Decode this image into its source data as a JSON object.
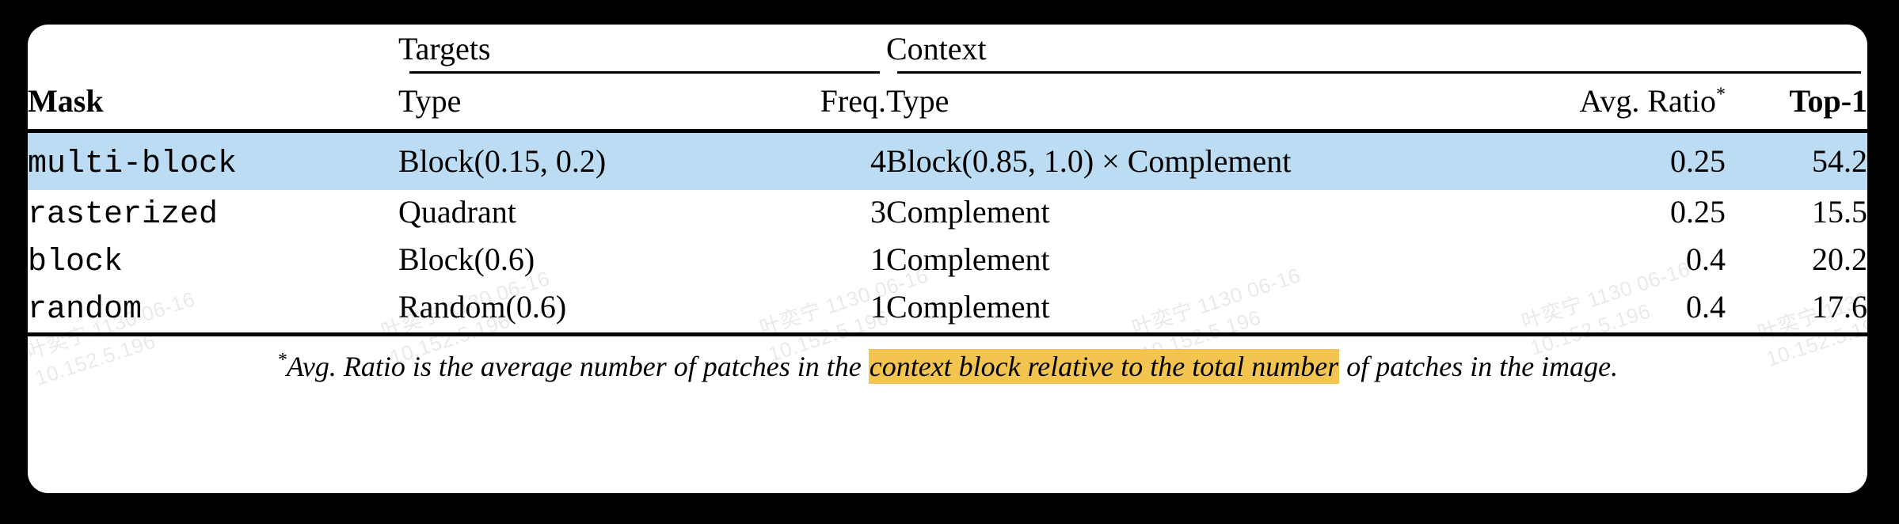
{
  "figure": {
    "kind": "results-table",
    "background_color": "#000000",
    "card_color": "#ffffff",
    "highlight_row_color": "#bbdcf2",
    "highlight_text_color": "#f3c44f"
  },
  "watermark": {
    "line1": "叶奕宁 1130 06-16",
    "line2": "10.152.5.196"
  },
  "table": {
    "group_headers": {
      "targets": "Targets",
      "context": "Context"
    },
    "columns": {
      "mask": "Mask",
      "target_type": "Type",
      "target_freq": "Freq.",
      "context_type": "Type",
      "avg_ratio": "Avg. Ratio",
      "avg_ratio_marker": "*",
      "top1": "Top-1"
    },
    "rows": [
      {
        "mask": "multi-block",
        "target_type": "Block(0.15, 0.2)",
        "target_freq": "4",
        "context_type": "Block(0.85, 1.0) × Complement",
        "avg_ratio": "0.25",
        "top1": "54.2",
        "highlighted": true,
        "top1_bold": true
      },
      {
        "mask": "rasterized",
        "target_type": "Quadrant",
        "target_freq": "3",
        "context_type": "Complement",
        "avg_ratio": "0.25",
        "top1": "15.5",
        "highlighted": false,
        "top1_bold": false
      },
      {
        "mask": "block",
        "target_type": "Block(0.6)",
        "target_freq": "1",
        "context_type": "Complement",
        "avg_ratio": "0.4",
        "top1": "20.2",
        "highlighted": false,
        "top1_bold": false
      },
      {
        "mask": "random",
        "target_type": "Random(0.6)",
        "target_freq": "1",
        "context_type": "Complement",
        "avg_ratio": "0.4",
        "top1": "17.6",
        "highlighted": false,
        "top1_bold": false
      }
    ],
    "footnote": {
      "marker": "*",
      "before": "Avg. Ratio is the average number of patches in the ",
      "highlighted": "context block relative to the total number",
      "after": " of patches in the image."
    }
  }
}
